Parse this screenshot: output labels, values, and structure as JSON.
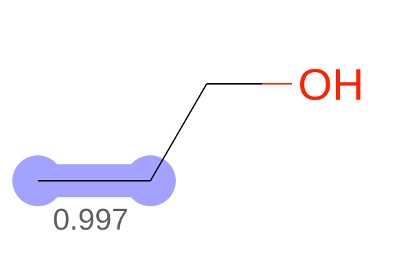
{
  "molecule": {
    "atoms": [
      {
        "id": "c1",
        "element": "C",
        "label": "",
        "highlighted": true
      },
      {
        "id": "c2",
        "element": "C",
        "label": "",
        "highlighted": true
      },
      {
        "id": "c3",
        "element": "C",
        "label": "",
        "highlighted": false
      },
      {
        "id": "o1",
        "element": "O",
        "label": "OH",
        "highlighted": false
      }
    ],
    "bonds": [
      {
        "from": "c1",
        "to": "c2",
        "order": 1,
        "highlighted": true
      },
      {
        "from": "c2",
        "to": "c3",
        "order": 1,
        "highlighted": false
      },
      {
        "from": "c3",
        "to": "o1",
        "order": 1,
        "highlighted": false
      }
    ],
    "annotation": {
      "value": "0.997"
    }
  },
  "colors": {
    "background": "#ffffff",
    "bond": "#000000",
    "oxygen": "#ff2200",
    "highlight": "#a3a3ff",
    "annotation": "#606060"
  }
}
